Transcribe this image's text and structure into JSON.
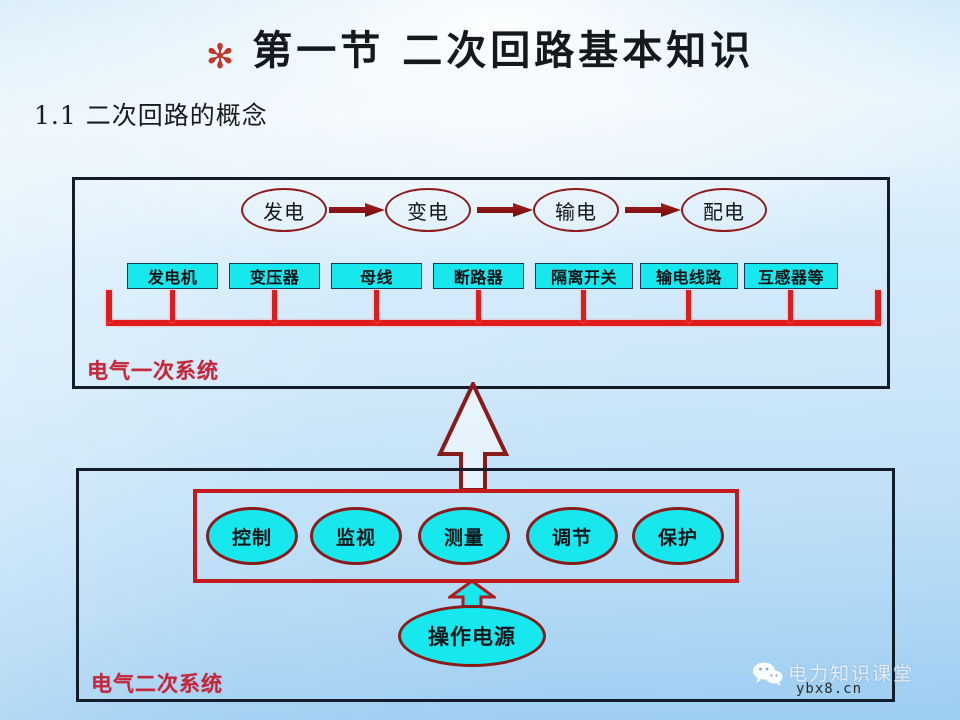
{
  "slide": {
    "title_marker": "✻",
    "title": "第一节  二次回路基本知识",
    "subtitle": "1.1  二次回路的概念"
  },
  "primary_system": {
    "caption": "电气一次系统",
    "flow_stages": [
      {
        "label": "发电"
      },
      {
        "label": "变电"
      },
      {
        "label": "输电"
      },
      {
        "label": "配电"
      }
    ],
    "devices": [
      {
        "label": "发电机"
      },
      {
        "label": "变压器"
      },
      {
        "label": "母线"
      },
      {
        "label": "断路器"
      },
      {
        "label": "隔离开关"
      },
      {
        "label": "输电线路"
      },
      {
        "label": "互感器等"
      }
    ]
  },
  "secondary_system": {
    "caption": "电气二次系统",
    "functions": [
      {
        "label": "控制"
      },
      {
        "label": "监视"
      },
      {
        "label": "测量"
      },
      {
        "label": "调节"
      },
      {
        "label": "保护"
      }
    ],
    "power_source": {
      "label": "操作电源"
    }
  },
  "watermark": {
    "name": "电力知识课堂",
    "url": "ybx8.cn"
  },
  "colors": {
    "cyan_fill": "#17e8ee",
    "dark_red": "#8a1b1b",
    "bright_red": "#c11b1b",
    "caption_red": "#c4263b",
    "panel_border": "#141b29",
    "background_top": "#d4ecfa",
    "background_bottom": "#9ccdf2"
  }
}
